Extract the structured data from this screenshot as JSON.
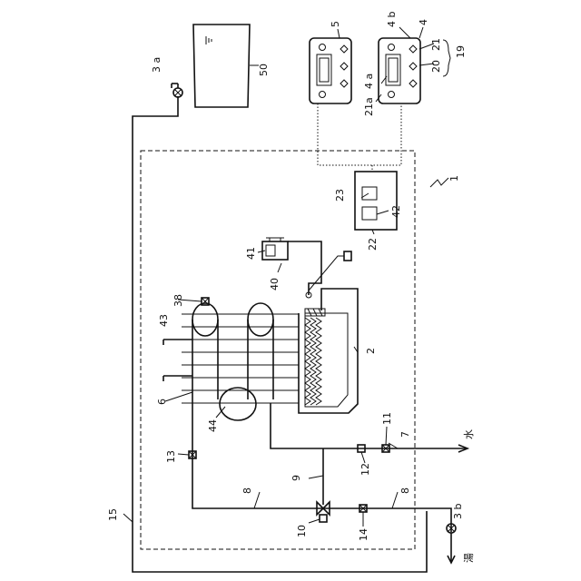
{
  "labels": {
    "n1": "1",
    "n2": "2",
    "n3a": "3 a",
    "n3b": "3 b",
    "n4": "4",
    "n4a": "4 a",
    "n4b": "4 b",
    "n5": "5",
    "n6": "6",
    "n7": "7",
    "n8a": "8",
    "n8b": "8",
    "n9": "9",
    "n10": "10",
    "n11": "11",
    "n12": "12",
    "n13": "13",
    "n14": "14",
    "n15": "15",
    "n19": "19",
    "n20": "20",
    "n21": "21",
    "n21a": "21a",
    "n22": "22",
    "n23": "23",
    "n38": "38",
    "n40": "40",
    "n41": "41",
    "n42": "42",
    "n43": "43",
    "n44": "44",
    "n50": "50",
    "water": "水",
    "hot_water": "湯"
  }
}
